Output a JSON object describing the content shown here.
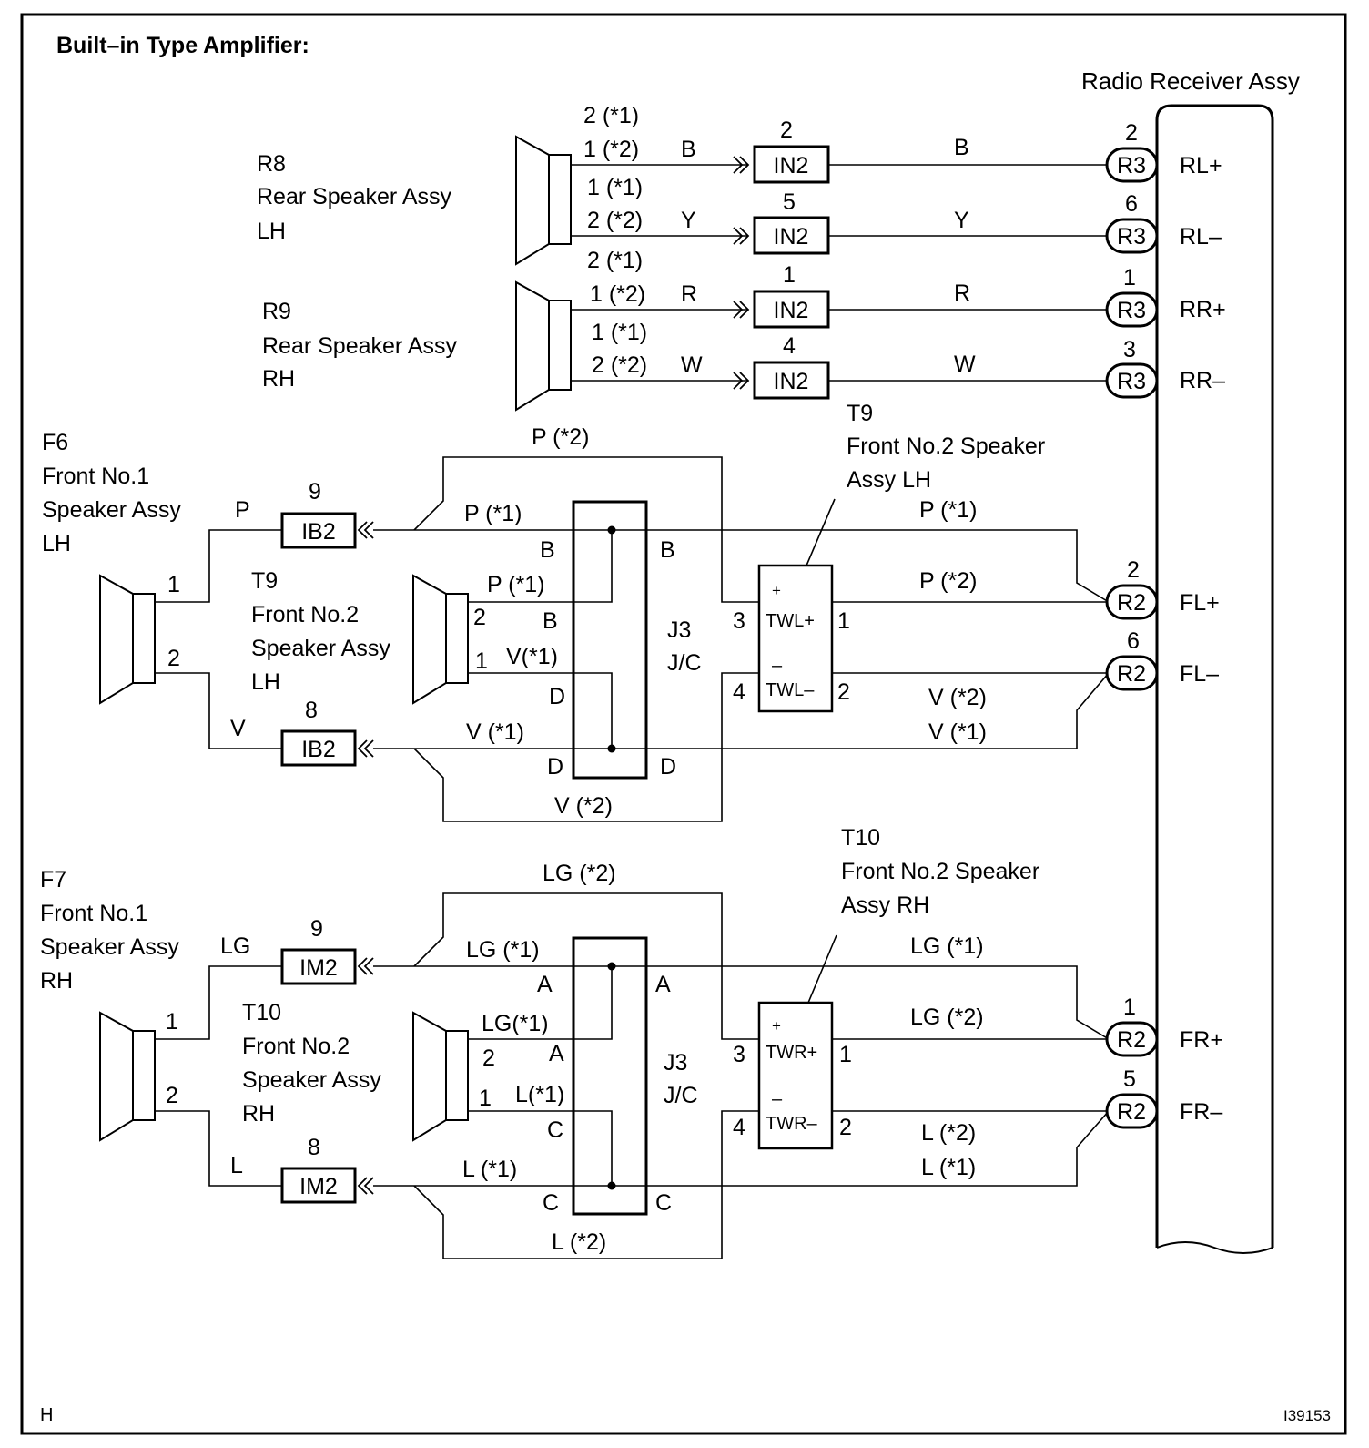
{
  "title": "Built–in Type Amplifier:",
  "footer_left": "H",
  "footer_right": "I39153",
  "radio": {
    "label": "Radio Receiver Assy"
  },
  "terminals": {
    "RLp": "RL+",
    "RLm": "RL–",
    "RRp": "RR+",
    "RRm": "RR–",
    "FLp": "FL+",
    "FLm": "FL–",
    "FRp": "FR+",
    "FRm": "FR–"
  },
  "connectors": {
    "IN2": "IN2",
    "IB2": "IB2",
    "IM2": "IM2",
    "R3": "R3",
    "R2": "R2"
  },
  "pins": {
    "n1": "1",
    "n2": "2",
    "n3": "3",
    "n4": "4",
    "n5": "5",
    "n6": "6",
    "n8": "8",
    "n9": "9",
    "p2s1": "2 (*1)",
    "p1s2": "1 (*2)",
    "p1s1": "1 (*1)",
    "p2s2": "2 (*2)"
  },
  "colors": {
    "B": "B",
    "Y": "Y",
    "R": "R",
    "W": "W",
    "P": "P",
    "V": "V",
    "LG": "LG",
    "L": "L",
    "Ps1": "P (*1)",
    "Ps2": "P (*2)",
    "Vs1": "V (*1)",
    "Vs2": "V (*2)",
    "Vs1b": "V(*1)",
    "LGs1": "LG (*1)",
    "LGs2": "LG  (*2)",
    "LGs1b": "LG(*1)",
    "Ls1": "L  (*1)",
    "Ls2": "L  (*2)",
    "Ls1b": "L(*1)"
  },
  "jc": {
    "name": "J3",
    "type": "J/C",
    "A": "A",
    "B": "B",
    "C": "C",
    "D": "D"
  },
  "components": {
    "r8": {
      "code": "R8",
      "line1": "Rear  Speaker  Assy",
      "line2": "LH"
    },
    "r9": {
      "code": "R9",
      "line1": "Rear  Speaker  Assy",
      "line2": "RH"
    },
    "f6": {
      "code": "F6",
      "line1": "Front No.1",
      "line2": "Speaker Assy",
      "line3": "LH"
    },
    "f7": {
      "code": "F7",
      "line1": "Front No.1",
      "line2": "Speaker Assy",
      "line3": "RH"
    },
    "t9a": {
      "code": "T9",
      "line1": "Front No.2 Speaker",
      "line2": "Assy LH"
    },
    "t9b": {
      "code": "T9",
      "line1": "Front No.2",
      "line2": "Speaker Assy",
      "line3": "LH"
    },
    "t10a": {
      "code": "T10",
      "line1": "Front No.2 Speaker",
      "line2": "Assy RH"
    },
    "t10b": {
      "code": "T10",
      "line1": "Front No.2",
      "line2": "Speaker Assy",
      "line3": "RH"
    }
  },
  "tw": {
    "plus": "+",
    "minus": "–",
    "TWLp": "TWL+",
    "TWLm": "TWL–",
    "TWRp": "TWR+",
    "TWRm": "TWR–"
  }
}
